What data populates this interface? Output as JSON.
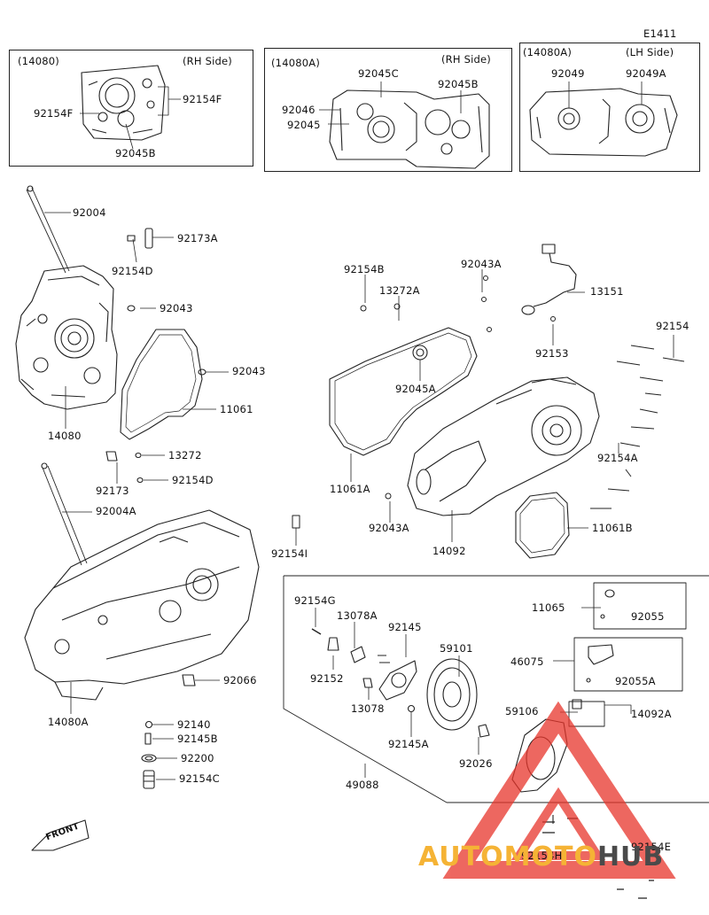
{
  "diagram_code": "E1411",
  "boxes": {
    "box1": {
      "ref": "(14080)",
      "side": "(RH Side)"
    },
    "box2": {
      "ref": "(14080A)",
      "side": "(RH Side)"
    },
    "box3": {
      "ref": "(14080A)",
      "side": "(LH Side)"
    }
  },
  "parts": {
    "p92154F_a": "92154F",
    "p92154F_b": "92154F",
    "p92045B_a": "92045B",
    "p92045C": "92045C",
    "p92045B_b": "92045B",
    "p92046": "92046",
    "p92045": "92045",
    "p92049": "92049",
    "p92049A": "92049A",
    "p92004": "92004",
    "p92173A": "92173A",
    "p92154D_a": "92154D",
    "p92043_a": "92043",
    "p92043_b": "92043",
    "p11061": "11061",
    "p14080": "14080",
    "p13272": "13272",
    "p92173": "92173",
    "p92154D_b": "92154D",
    "p92004A": "92004A",
    "p14080A": "14080A",
    "p92066": "92066",
    "p92140": "92140",
    "p92145B": "92145B",
    "p92200": "92200",
    "p92154C": "92154C",
    "p92154B": "92154B",
    "p13272A": "13272A",
    "p92043A_a": "92043A",
    "p13151": "13151",
    "p92153": "92153",
    "p92154": "92154",
    "p92045A": "92045A",
    "p11061A": "11061A",
    "p92154A": "92154A",
    "p92043A_b": "92043A",
    "p92154I": "92154I",
    "p14092": "14092",
    "p11061B": "11061B",
    "p92154G": "92154G",
    "p13078A": "13078A",
    "p92145": "92145",
    "p59101": "59101",
    "p11065": "11065",
    "p92055": "92055",
    "p46075": "46075",
    "p92055A": "92055A",
    "p92152": "92152",
    "p13078": "13078",
    "p92145A": "92145A",
    "p92026": "92026",
    "p59106": "59106",
    "p14092A": "14092A",
    "p49088": "49088",
    "p92154H": "92154H",
    "p92154E": "92154E"
  },
  "front_label": "FRONT",
  "watermark": {
    "part1": "AUTO",
    "part2": "MOTO",
    "part3": "HUB",
    "color1": "#f5b335",
    "color2": "#f5b335",
    "color3": "#4a4a4a",
    "logo_color": "#e8352b"
  }
}
